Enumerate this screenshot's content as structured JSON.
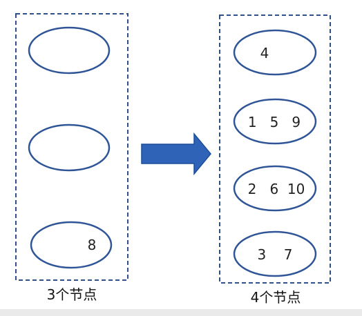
{
  "left_group": {
    "caption": "3个节点",
    "nodes": [
      {
        "text": ""
      },
      {
        "text": ""
      },
      {
        "text": "8"
      }
    ]
  },
  "right_group": {
    "caption": "4个节点",
    "nodes": [
      {
        "text": "4"
      },
      {
        "text": "1   5   9"
      },
      {
        "text": "2   6  10"
      },
      {
        "text": "3    7"
      }
    ]
  },
  "colors": {
    "box_border": "#2f4f8a",
    "ellipse_border": "#2f5597",
    "arrow_fill": "#2e63b8",
    "arrow_stroke": "#1f4e99"
  },
  "icons": {
    "arrow": "right-arrow-icon"
  }
}
